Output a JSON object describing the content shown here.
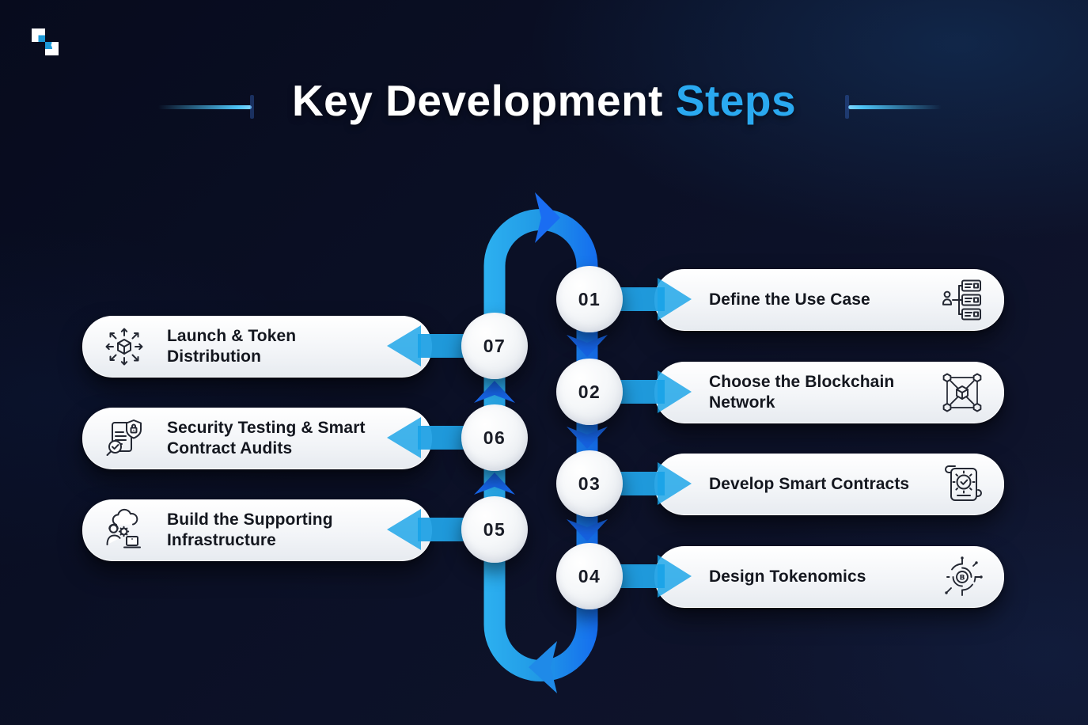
{
  "header": {
    "logo": "brand-logo",
    "title_main": "Key Development",
    "title_accent": "Steps"
  },
  "colors": {
    "background": "#0b1026",
    "title_accent": "#2aa9f0",
    "arrow_light": "#27a3e6",
    "arrow_dark": "#1463f0",
    "chevron": "#1767ec",
    "pill_bg": "#f3f5f8",
    "text_dark": "#14171f"
  },
  "steps": [
    {
      "num": "01",
      "label": "Define the Use Case",
      "icon": "use-case-icon",
      "side": "right"
    },
    {
      "num": "02",
      "label": "Choose the Blockchain Network",
      "icon": "blockchain-network-icon",
      "side": "right"
    },
    {
      "num": "03",
      "label": "Develop Smart Contracts",
      "icon": "smart-contract-icon",
      "side": "right"
    },
    {
      "num": "04",
      "label": "Design Tokenomics",
      "icon": "tokenomics-icon",
      "side": "right"
    },
    {
      "num": "05",
      "label": "Build the Supporting Infrastructure",
      "icon": "infrastructure-icon",
      "side": "left"
    },
    {
      "num": "06",
      "label": "Security Testing & Smart Contract Audits",
      "icon": "security-audit-icon",
      "side": "left"
    },
    {
      "num": "07",
      "label": "Launch & Token Distribution",
      "icon": "launch-distribution-icon",
      "side": "left"
    }
  ]
}
